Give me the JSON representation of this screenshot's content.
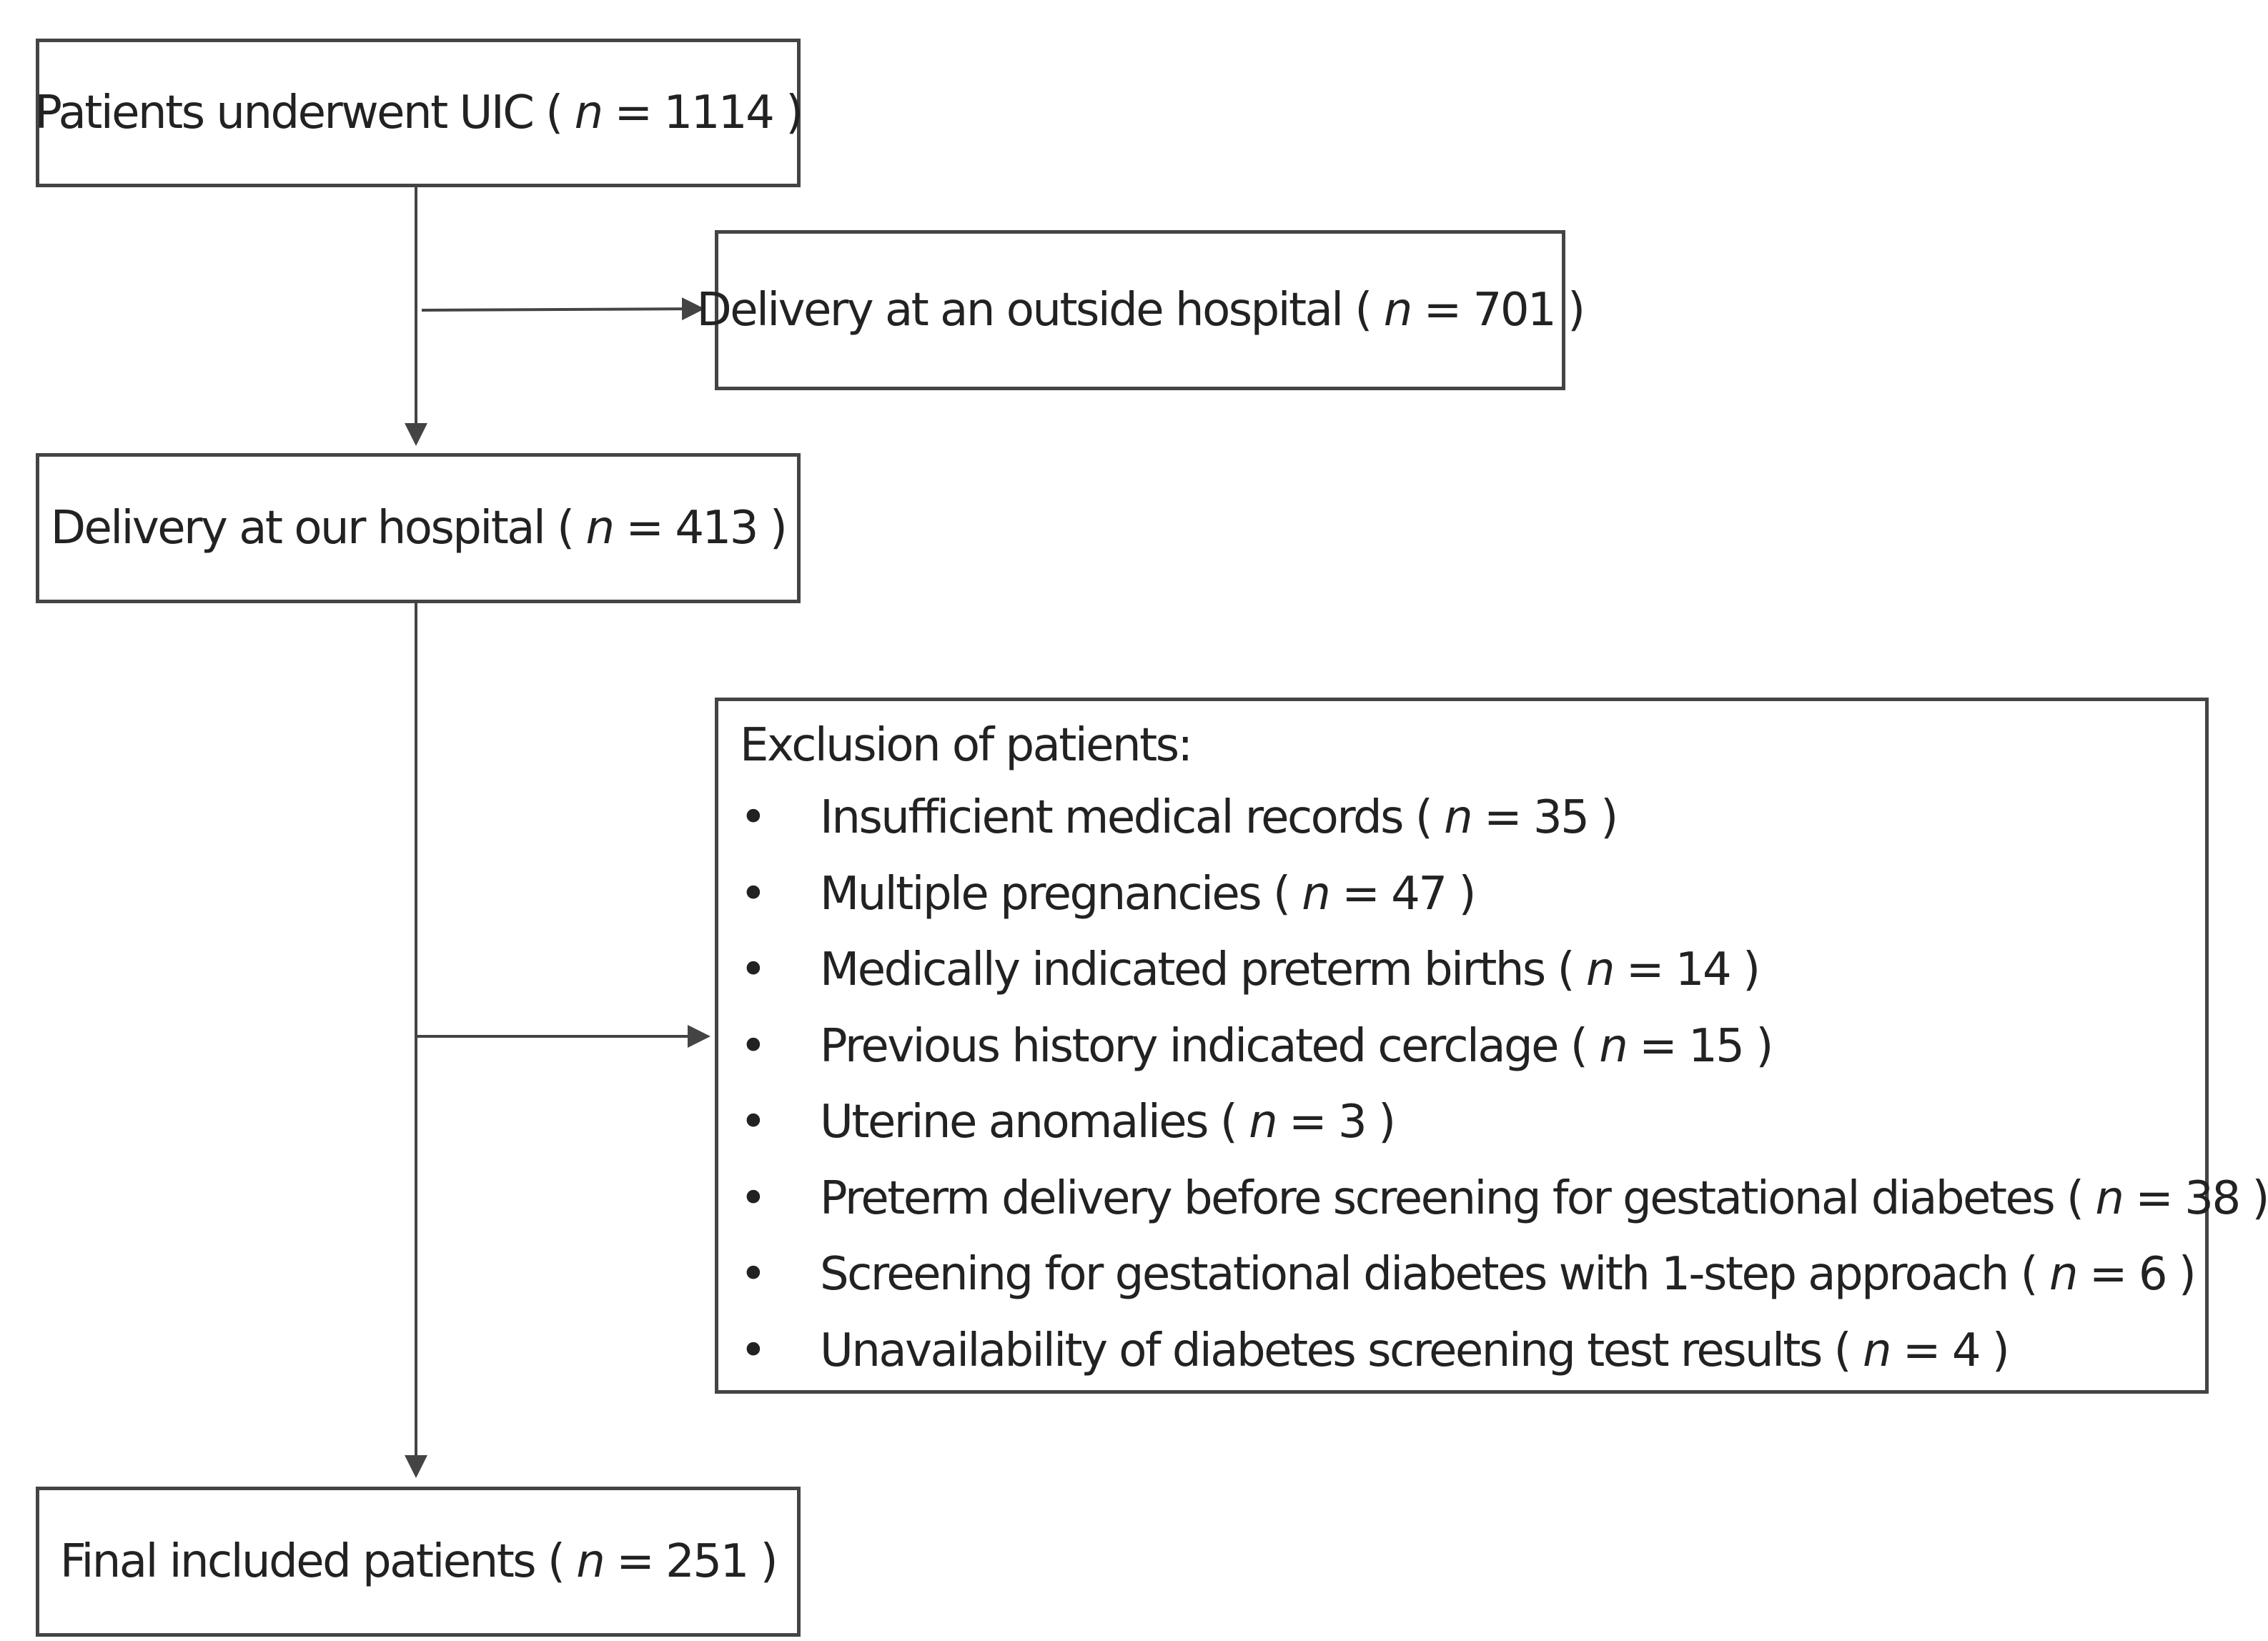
{
  "nodes": {
    "uic": {
      "label": "Patients underwent UIC (",
      "n_label": "n",
      "value": "= 1114 )"
    },
    "outside": {
      "label": "Delivery at an outside hospital (",
      "n_label": "n",
      "value": "= 701 )"
    },
    "ours": {
      "label": "Delivery at our hospital (",
      "n_label": "n",
      "value": "= 413 )"
    },
    "final": {
      "label": "Final included patients (",
      "n_label": "n",
      "value": "= 251 )"
    }
  },
  "exclusion": {
    "title": "Exclusion of patients:",
    "bullet": "•",
    "items": [
      {
        "label": "Insufficient medical records (",
        "n_label": "n",
        "value": "= 35 )"
      },
      {
        "label": "Multiple pregnancies (",
        "n_label": "n",
        "value": "= 47 )"
      },
      {
        "label": "Medically indicated preterm births (",
        "n_label": "n",
        "value": "= 14 )"
      },
      {
        "label": "Previous history indicated cerclage (",
        "n_label": "n",
        "value": "= 15 )"
      },
      {
        "label": "Uterine anomalies (",
        "n_label": "n",
        "value": "= 3 )"
      },
      {
        "label": "Preterm delivery before screening for gestational diabetes (",
        "n_label": "n",
        "value": "= 38 )"
      },
      {
        "label": "Screening for gestational diabetes with 1-step approach (",
        "n_label": "n",
        "value": "= 6 )"
      },
      {
        "label": "Unavailability of diabetes screening test results (",
        "n_label": "n",
        "value": "= 4 )"
      }
    ]
  },
  "colors": {
    "line": "#444444",
    "text": "#222222",
    "background": "#ffffff"
  }
}
